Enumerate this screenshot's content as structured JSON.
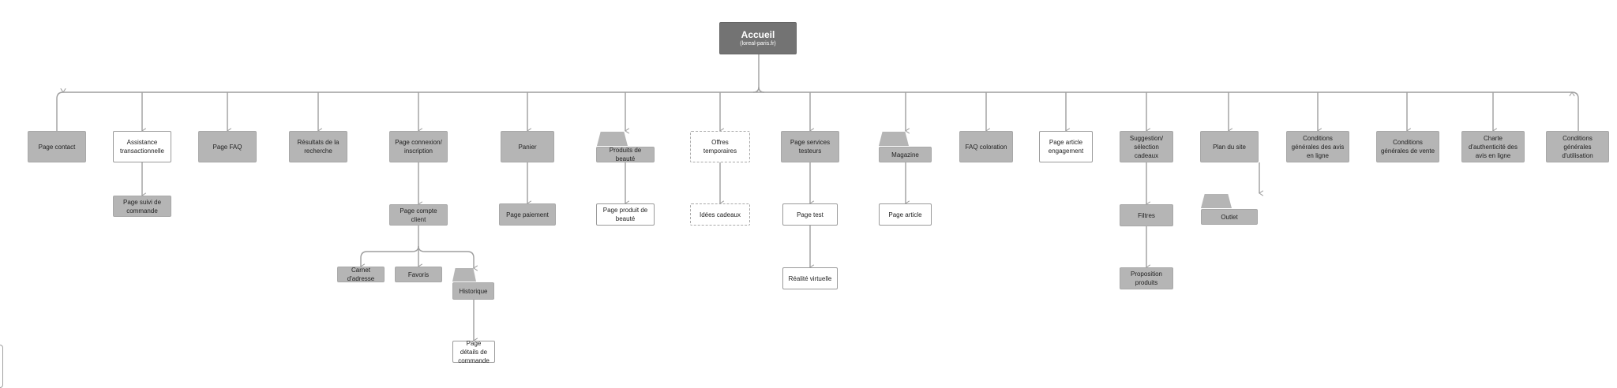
{
  "root": {
    "title": "Accueil",
    "subtitle": "(loreal-paris.fr)"
  },
  "nodes": {
    "contact": "Page contact",
    "assistance": "Assistance transactionnelle",
    "suivi": "Page suivi de commande",
    "faq": "Page FAQ",
    "resultats": "Résultats de la recherche",
    "connexion": "Page connexion/ inscription",
    "compte": "Page compte client",
    "carnet": "Carnet d'adresse",
    "favoris": "Favoris",
    "historique": "Historique",
    "details": "Page détails de commande",
    "panier": "Panier",
    "paiement": "Page paiement",
    "produits": "Produits de beauté",
    "produit_page": "Page produit de beauté",
    "offres": "Offres temporaires",
    "idees": "Idées cadeaux",
    "services": "Page services testeurs",
    "test": "Page test",
    "realite": "Réalité virtuelle",
    "magazine": "Magazine",
    "article": "Page article",
    "faq_coloration": "FAQ coloration",
    "engagement": "Page article engagement",
    "suggestion": "Suggestion/ sélection cadeaux",
    "filtres": "Filtres",
    "proposition": "Proposition produits",
    "plan": "Plan du site",
    "outlet": "Outlet",
    "cg_avis": "Conditions générales des avis en ligne",
    "cg_vente": "Conditions générales de vente",
    "charte": "Charte d'authenticité des avis en ligne",
    "cg_utilisation": "Conditions générales d'utilisation"
  },
  "colors": {
    "node_fill": "#b5b5b5",
    "root_fill": "#737373",
    "connector": "#9e9e9e"
  }
}
